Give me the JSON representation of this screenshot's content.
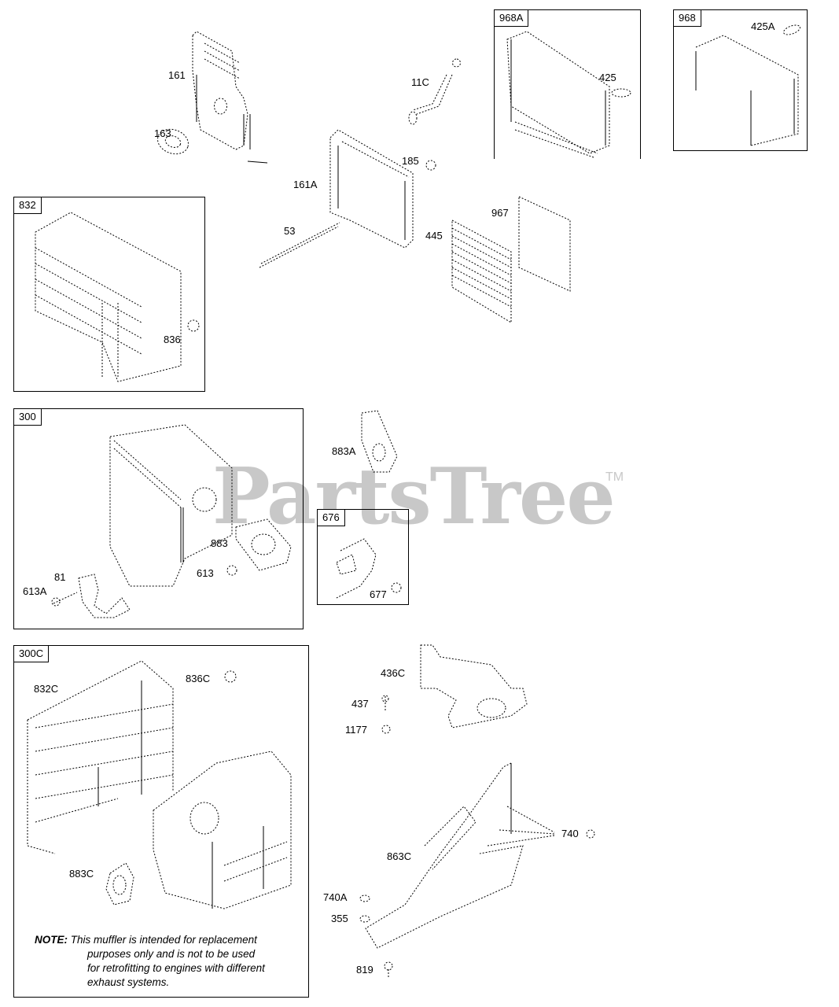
{
  "watermark": {
    "text": "PartsTree",
    "tm": "TM",
    "color": "#c8c8c8"
  },
  "boxes": {
    "b968a": {
      "tag": "968A"
    },
    "b968": {
      "tag": "968"
    },
    "b832": {
      "tag": "832"
    },
    "b300": {
      "tag": "300"
    },
    "b676": {
      "tag": "676"
    },
    "b300c": {
      "tag": "300C"
    }
  },
  "labels": {
    "p161": "161",
    "p163": "163",
    "p11c": "11C",
    "p185": "185",
    "p161a": "161A",
    "p53": "53",
    "p425": "425",
    "p425a": "425A",
    "p967": "967",
    "p445": "445",
    "p836": "836",
    "p883a": "883A",
    "p883": "883",
    "p613": "613",
    "p81": "81",
    "p613a": "613A",
    "p677": "677",
    "p836c": "836C",
    "p832c": "832C",
    "p883c": "883C",
    "p436c": "436C",
    "p437": "437",
    "p1177": "1177",
    "p740": "740",
    "p863c": "863C",
    "p740a": "740A",
    "p355": "355",
    "p819": "819"
  },
  "note": {
    "head": "NOTE:",
    "line1": "This muffler is intended for replacement",
    "line2": "purposes only and is not to be used",
    "line3": "for retrofitting to engines with different",
    "line4": "exhaust systems."
  }
}
